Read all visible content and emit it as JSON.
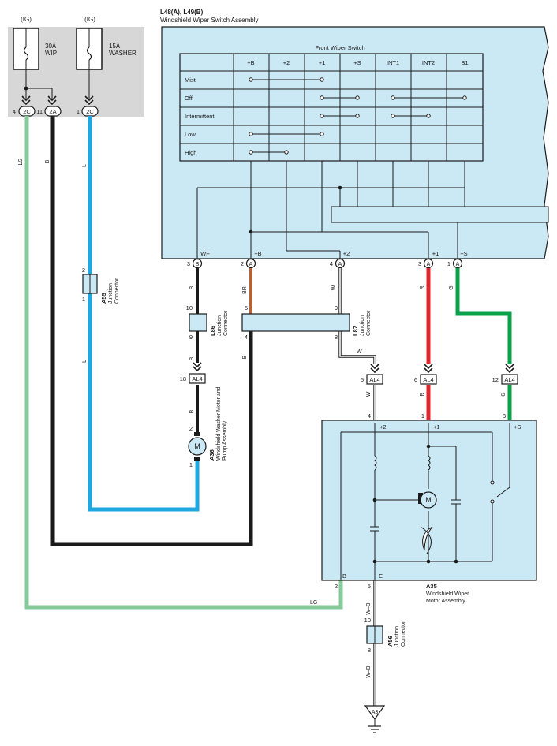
{
  "power": {
    "ig_left": "(IG)",
    "ig_right": "(IG)",
    "fuse_wip_amp": "30A",
    "fuse_wip_name": "WIP",
    "fuse_washer_amp": "15A",
    "fuse_washer_name": "WASHER",
    "pin_lc": "4",
    "conn_lc": "2C",
    "pin_b": "11",
    "conn_b": "2A",
    "pin_l": "1",
    "conn_l": "2C"
  },
  "switch_assembly": {
    "code": "L48(A), L49(B)",
    "name": "Windshield Wiper Switch Assembly",
    "table_title": "Front Wiper Switch",
    "columns": [
      "+B",
      "+2",
      "+1",
      "+S",
      "INT1",
      "INT2",
      "B1"
    ],
    "rows": [
      "Mist",
      "Off",
      "Intermittent",
      "Low",
      "High"
    ],
    "terminals": [
      {
        "label": "WF",
        "pin": "3",
        "conn": "B"
      },
      {
        "label": "+B",
        "pin": "2",
        "conn": "A"
      },
      {
        "label": "+2",
        "pin": "4",
        "conn": "A"
      },
      {
        "label": "+1",
        "pin": "3",
        "conn": "A"
      },
      {
        "label": "+S",
        "pin": "1",
        "conn": "A"
      }
    ]
  },
  "wire_colors": {
    "lg": "LG",
    "b": "B",
    "l": "L",
    "b2": "B",
    "br": "BR",
    "w": "W",
    "r": "R",
    "g": "G",
    "b3": "B",
    "b4": "B",
    "w2": "W",
    "w3": "W",
    "r2": "R",
    "g2": "G",
    "l2": "L",
    "wb1": "W–B",
    "wb2": "W–B",
    "lg2": "LG"
  },
  "colors": {
    "lg": "#86c99a",
    "b": "#1a1a1a",
    "l": "#1ea7e1",
    "br": "#b0643a",
    "r": "#e2262d",
    "g": "#0aa14b",
    "w": "#ffffff",
    "panel": "#cbe8f5",
    "fusebox": "#d7d7d7"
  },
  "a55": {
    "code": "A55",
    "name1": "Junction",
    "name2": "Connector",
    "pin_top": "2",
    "pin_bottom": "1"
  },
  "l86": {
    "code": "L86",
    "name1": "Junction",
    "name2": "Connector",
    "pin_top": "10",
    "pin_bottom": "9"
  },
  "l87": {
    "code": "L87",
    "name1": "Junction",
    "name2": "Connector",
    "pin_top_left": "5",
    "pin_bottom_left": "4",
    "pin_top_right": "9",
    "pin_bottom_right": "8"
  },
  "al4": {
    "label": "AL4",
    "pins": [
      "18",
      "5",
      "6",
      "12"
    ]
  },
  "a36": {
    "code": "A36",
    "name1": "Windshield Washer Motor and",
    "name2": "Pump Assembly",
    "pin_top": "2",
    "pin_bottom": "1",
    "symbol": "M"
  },
  "a35": {
    "code": "A35",
    "name1": "Windshield Wiper",
    "name2": "Motor Assembly",
    "top_labels": [
      "+2",
      "+1",
      "+S"
    ],
    "top_pins": [
      "4",
      "1",
      "3"
    ],
    "bottom_labels": [
      "B",
      "E"
    ],
    "bottom_pins": [
      "2",
      "5"
    ],
    "symbol": "M"
  },
  "a56": {
    "code": "A56",
    "name1": "Junction",
    "name2": "Connector",
    "pin_top": "10",
    "pin_bottom": "8"
  },
  "ground": {
    "code": "A3"
  }
}
